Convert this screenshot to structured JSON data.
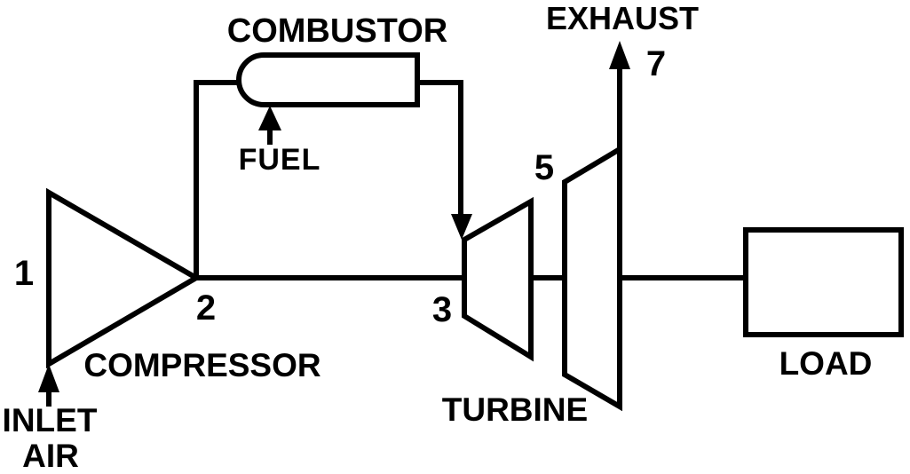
{
  "diagram": {
    "background_color": "#ffffff",
    "line_color": "#000000",
    "labels": {
      "combustor": "COMBUSTOR",
      "fuel": "FUEL",
      "exhaust": "EXHAUST",
      "compressor": "COMPRESSOR",
      "turbine": "TURBINE",
      "load": "LOAD",
      "inlet_air_line1": "INLET",
      "inlet_air_line2": "AIR"
    },
    "stations": {
      "station_1": "1",
      "station_2": "2",
      "station_3": "3",
      "station_5": "5",
      "station_7": "7"
    }
  }
}
